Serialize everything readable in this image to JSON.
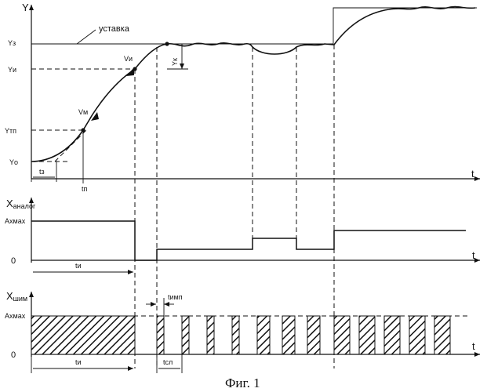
{
  "figure": {
    "caption": "Фиг. 1",
    "colors": {
      "ink": "#111111",
      "background": "#ffffff"
    }
  },
  "top_plot": {
    "y_axis_label": "Y",
    "x_axis_label": "t",
    "setpoint_label": "уставка",
    "levels": {
      "y3": "Yз",
      "yi": "Yи",
      "ytp": "Yтп",
      "yo": "Yо"
    },
    "speeds": {
      "vi": "Vи",
      "vm": "Vм"
    },
    "overshoot": "Yк",
    "times": {
      "tz": "tз",
      "tp": "tп"
    }
  },
  "middle_plot": {
    "y_axis_label_main": "X",
    "y_axis_label_sub": "аналог",
    "x_axis_label": "t",
    "amax": "Aхмах",
    "zero": "0",
    "ti": "tи"
  },
  "bottom_plot": {
    "y_axis_label_main": "X",
    "y_axis_label_sub": "шим",
    "x_axis_label": "t",
    "amax": "Aхмах",
    "zero": "0",
    "ti": "tи",
    "timp": "tимп",
    "tsl": "tсл"
  }
}
